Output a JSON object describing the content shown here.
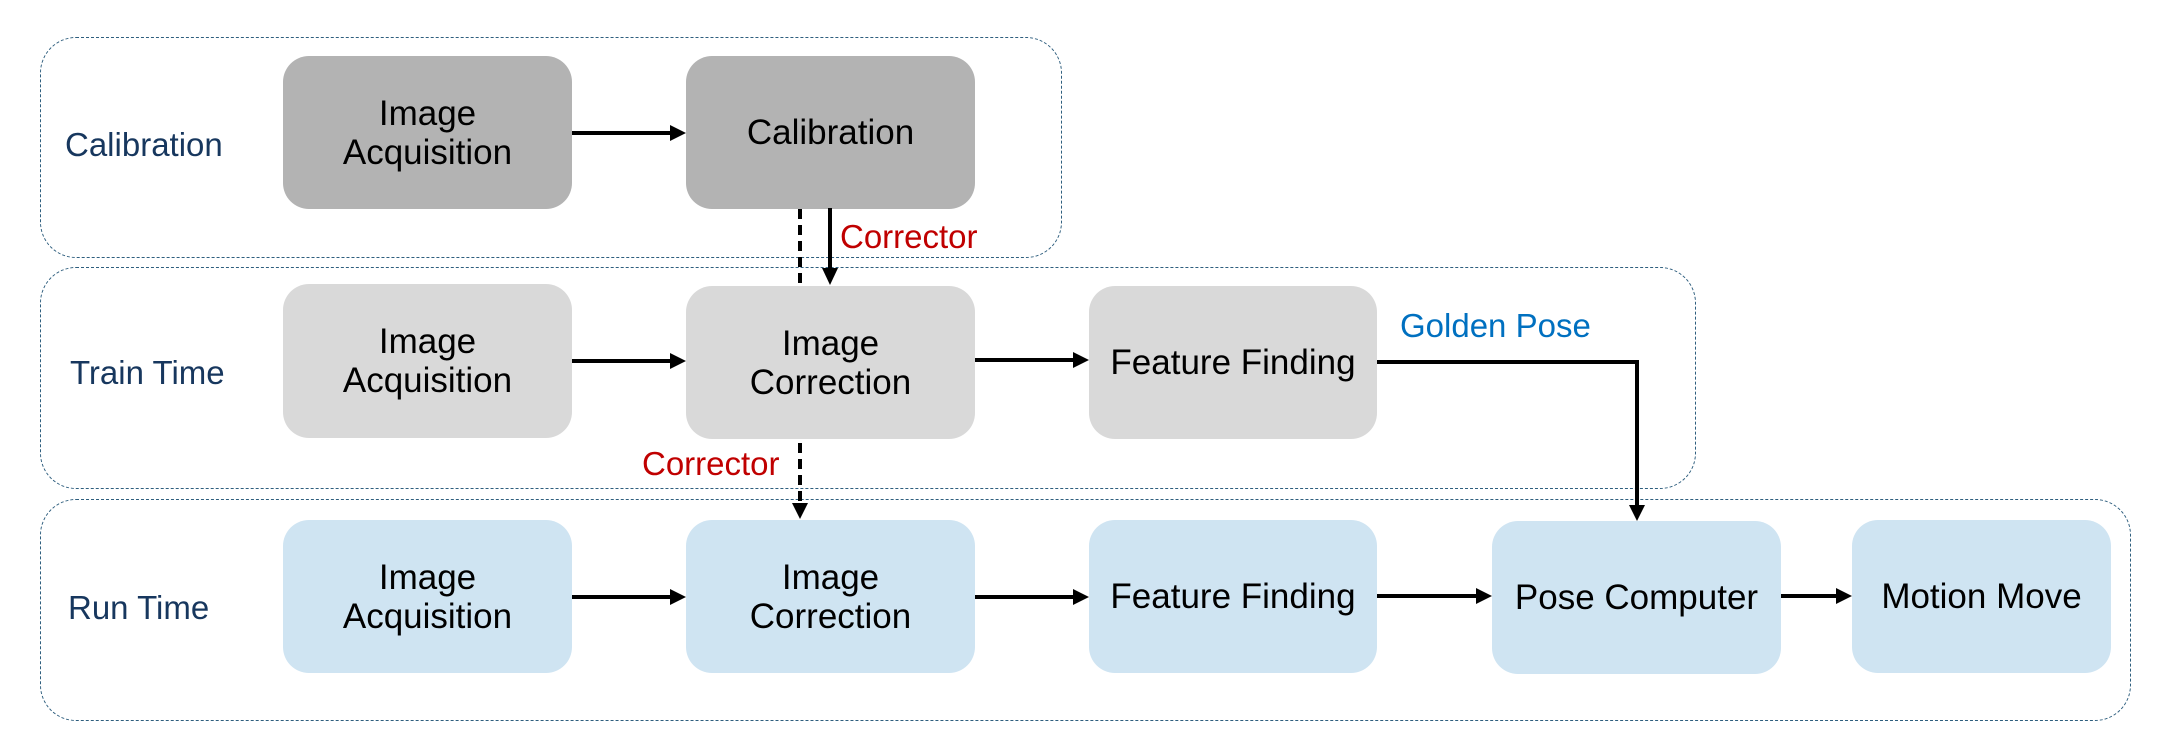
{
  "groups": {
    "calibration": {
      "label": "Calibration"
    },
    "train": {
      "label": "Train Time"
    },
    "run": {
      "label": "Run Time"
    }
  },
  "nodes": {
    "cal_acq": {
      "label": "Image\nAcquisition"
    },
    "cal_calib": {
      "label": "Calibration"
    },
    "train_acq": {
      "label": "Image\nAcquisition"
    },
    "train_corr": {
      "label": "Image\nCorrection"
    },
    "train_feat": {
      "label": "Feature Finding"
    },
    "run_acq": {
      "label": "Image\nAcquisition"
    },
    "run_corr": {
      "label": "Image\nCorrection"
    },
    "run_feat": {
      "label": "Feature Finding"
    },
    "run_pose": {
      "label": "Pose Computer"
    },
    "run_motion": {
      "label": "Motion Move"
    }
  },
  "edge_labels": {
    "corrector_top": "Corrector",
    "corrector_bottom": "Corrector",
    "golden_pose": "Golden Pose"
  },
  "colors": {
    "calibration_box": "#b3b3b3",
    "train_box": "#d9d9d9",
    "run_box": "#cfe4f2",
    "group_border": "#2e5e7e",
    "group_label": "#17375e",
    "corrector_label": "#c00000",
    "golden_pose_label": "#0070c0"
  }
}
